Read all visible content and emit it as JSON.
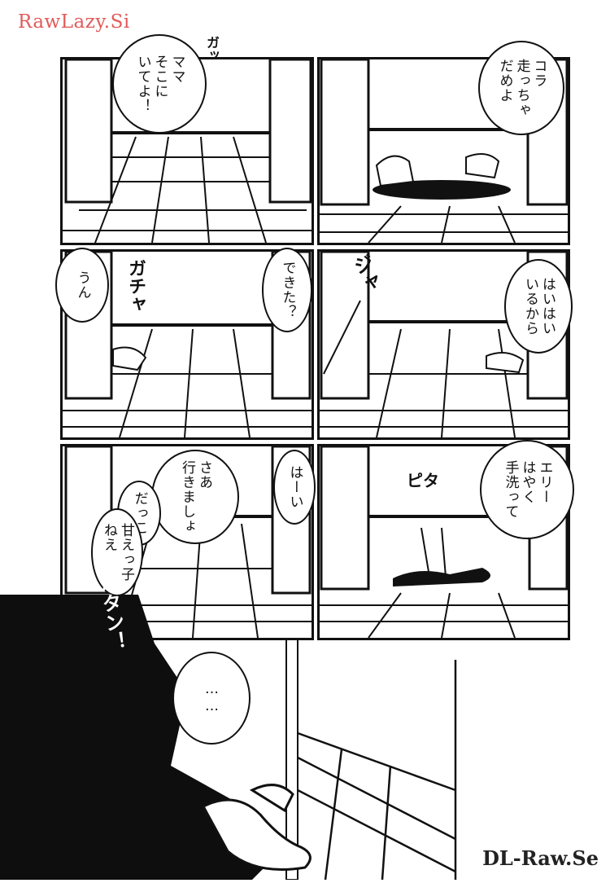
{
  "watermarks": {
    "top": "RawLazy.Si",
    "bottom": "DL-Raw.Se"
  },
  "panels": [
    {
      "bubbles": [
        "ママ\nそこに\nいてよ！"
      ],
      "sfx": [
        "ガッ"
      ]
    },
    {
      "bubbles": [
        "コラ\n走っちゃ\nだめよ"
      ],
      "sfx": []
    },
    {
      "bubbles": [
        "うん",
        "できた？"
      ],
      "sfx": [
        "ガチャ"
      ]
    },
    {
      "bubbles": [
        "はいはい\nいるから"
      ],
      "sfx": [
        "ジャ"
      ]
    },
    {
      "bubbles": [
        "さあ\n行きましょ",
        "はーい",
        "だっこ",
        "甘えっ子\nねえ"
      ],
      "sfx": [
        "バタン！"
      ]
    },
    {
      "bubbles": [
        "エリー\nはやく\n手洗って"
      ],
      "sfx": [
        "ピタ"
      ]
    }
  ],
  "final_panel": {
    "bubble": "……"
  }
}
